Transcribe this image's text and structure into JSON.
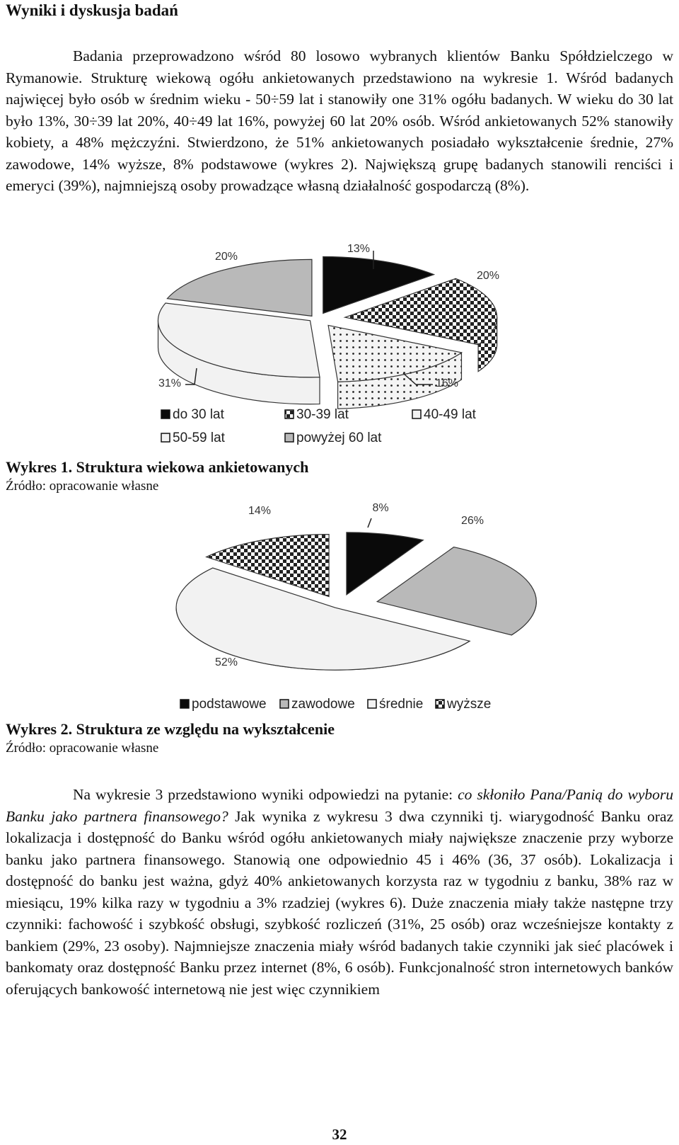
{
  "heading": "Wyniki i dyskusja badań",
  "para1": "Badania przeprowadzono wśród 80 losowo wybranych klientów Banku Spółdzielczego w Rymanowie. Strukturę wiekową ogółu ankietowanych przedstawiono na wykresie 1. Wśród badanych najwięcej było osób w średnim wieku - 50÷59 lat i stanowiły one 31% ogółu badanych. W wieku do 30 lat było 13%, 30÷39 lat 20%, 40÷49 lat 16%, powyżej 60 lat 20% osób. Wśród ankietowanych 52% stanowiły kobiety, a 48% mężczyźni. Stwierdzono, że 51% ankietowanych posiadało wykształcenie średnie, 27% zawodowe, 14% wyższe, 8% podstawowe (wykres 2). Największą grupę badanych stanowili renciści i emeryci (39%), najmniejszą osoby prowadzące własną działalność gospodarczą (8%).",
  "chart_data": [
    {
      "type": "pie",
      "title": "",
      "categories": [
        "do 30 lat",
        "30-39 lat",
        "40-49 lat",
        "50-59 lat",
        "powyżej 60 lat"
      ],
      "values": [
        13,
        20,
        16,
        31,
        20
      ],
      "labels": [
        "13%",
        "20%",
        "16%",
        "31%",
        "20%"
      ],
      "legend_position": "bottom",
      "colors": [
        "#0a0a0a",
        "#9a9a9a",
        "#d8d8d8",
        "#f2f2f2",
        "#b9b9b9"
      ]
    },
    {
      "type": "pie",
      "title": "",
      "categories": [
        "podstawowe",
        "zawodowe",
        "średnie",
        "wyższe"
      ],
      "values": [
        8,
        26,
        52,
        14
      ],
      "labels": [
        "8%",
        "26%",
        "52%",
        "14%"
      ],
      "legend_position": "bottom",
      "colors": [
        "#0a0a0a",
        "#b9b9b9",
        "#f2f2f2",
        "#9a9a9a"
      ]
    }
  ],
  "caption1": "Wykres 1. Struktura wiekowa ankietowanych",
  "source1": "Źródło: opracowanie własne",
  "caption2": "Wykres 2. Struktura ze względu na wykształcenie",
  "source2": "Źródło: opracowanie własne",
  "para2_before": "Na wykresie 3 przedstawiono wyniki odpowiedzi na pytanie: ",
  "para2_question": "co skłoniło Pana/Panią do wyboru Banku jako partnera finansowego?",
  "para2_after": " Jak wynika z wykresu 3 dwa czynniki tj. wiarygodność Banku oraz lokalizacja i dostępność do Banku wśród ogółu ankietowanych miały największe znaczenie przy wyborze banku jako partnera finansowego. Stanowią one odpowiednio 45 i 46% (36, 37 osób). Lokalizacja i dostępność do banku jest ważna, gdyż 40% ankietowanych korzysta raz w tygodniu z banku, 38% raz w miesiącu, 19% kilka razy w tygodniu a 3% rzadziej (wykres 6). Duże znaczenia miały także następne trzy czynniki: fachowość i szybkość obsługi, szybkość rozliczeń (31%, 25 osób) oraz wcześniejsze kontakty z bankiem (29%, 23 osoby). Najmniejsze znaczenia miały wśród badanych takie czynniki jak sieć placówek i bankomaty oraz dostępność Banku przez internet (8%, 6 osób). Funkcjonalność stron internetowych banków oferujących bankowość internetową nie jest więc czynnikiem",
  "page_number": "32"
}
